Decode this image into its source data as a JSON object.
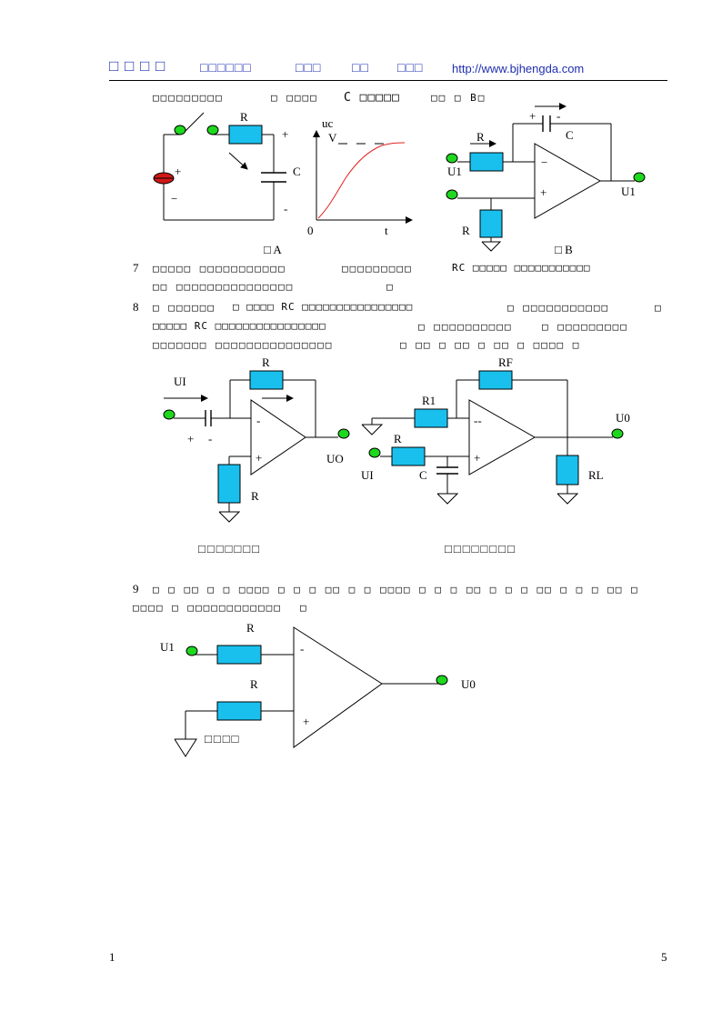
{
  "header": {
    "logo": "□ □ □ □",
    "part1": "□□□□□□",
    "part2": "□□□",
    "part3": "□□",
    "part4": "□□□",
    "url": "http://www.bjhengda.com"
  },
  "q6_line": {
    "part1": "□□□□□□□□□",
    "part2": "□ □□□□",
    "c_label": "C □□□□□",
    "part3": "□□ □ B□"
  },
  "figA": {
    "label_R": "R",
    "label_plus": "+",
    "label_minus": "-",
    "label_C": "C",
    "src_plus": "+",
    "src_minus": "−",
    "axis_uc": "uc",
    "label_V": "V",
    "axis_zero": "0",
    "axis_t": "t",
    "caption": "□ A"
  },
  "figB": {
    "label_cap_plus": "+",
    "label_cap_minus": "-",
    "label_C": "C",
    "label_R_in": "R",
    "label_U1_in": "U1",
    "label_R_gnd": "R",
    "op_minus": "−",
    "op_plus": "+",
    "label_U1_out": "U1",
    "caption": "□ B"
  },
  "q7": {
    "num": "7",
    "line1a": "□□□□□ □□□□□□□□□□□",
    "line1b": "□□□□□□□□□",
    "line1c": "RC □□□□□ □□□□□□□□□□□",
    "line2a": "□□ □□□□□□□□□□□□□□□",
    "line2b": "□"
  },
  "q8": {
    "num": "8",
    "line1a": "□ □□□□□□",
    "line1b": "□ □□□□ RC □□□□□□□□□□□□□□□□",
    "line1c": "□ □□□□□□□□□□□",
    "line1d": "□",
    "line2a": "□□□□□ RC □□□□□□□□□□□□□□□□",
    "line2b": "□ □□□□□□□□□□",
    "line2c": "□ □□□□□□□□□",
    "line3a": "□□□□□□□ □□□□□□□□□□□□□□□",
    "line3b": "□ □□ □ □□ □ □□ □ □□□□ □"
  },
  "figD": {
    "label_UI": "UI",
    "label_R_fb": "R",
    "cap_plus": "+",
    "cap_minus": "-",
    "op_minus": "-",
    "op_plus": "+",
    "label_UO": "UO",
    "label_R_gnd": "R",
    "caption": "□□□□□□□"
  },
  "figE": {
    "label_RF": "RF",
    "label_R1": "R1",
    "label_R": "R",
    "label_UI": "UI",
    "label_C": "C",
    "op_minus": "--",
    "op_plus": "+",
    "label_U0": "U0",
    "label_RL": "RL",
    "caption": "□□□□□□□□"
  },
  "q9": {
    "num": "9",
    "line1": "□ □ □□ □ □ □□□□ □ □ □ □□ □ □ □□□□ □ □ □ □□ □ □ □ □□ □ □ □ □□ □",
    "line2a": "□□□□ □ □□□□□□□□□□□□",
    "line2b": "□"
  },
  "figF": {
    "label_R1": "R",
    "label_U1": "U1",
    "label_R2": "R",
    "op_minus": "-",
    "op_plus": "+",
    "label_U0": "U0",
    "gnd_text": "□□□□"
  },
  "footer": {
    "left": "1",
    "right": "5"
  },
  "colors": {
    "header_blue": "#1f2fb0",
    "resistor_fill": "#19c0ee",
    "terminal_green": "#1ed81e",
    "curve_red": "#e02020"
  }
}
